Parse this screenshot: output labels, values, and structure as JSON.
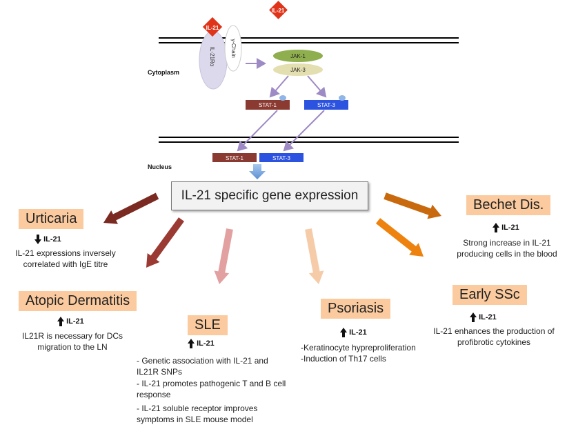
{
  "signaling": {
    "ligand_label": "IL-21",
    "receptor_alpha_label": "IL-21Rα",
    "gamma_chain_label": "γ-Chain",
    "jak1_label": "JAK-1",
    "jak3_label": "JAK-3",
    "stat1_label": "STAT-1",
    "stat3_label": "STAT-3",
    "cytoplasm_label": "Cytoplasm",
    "nucleus_label": "Nucleus"
  },
  "main_box_text": "IL-21 specific gene expression",
  "diseases": {
    "urticaria": {
      "title": "Urticaria",
      "marker": "IL-21",
      "direction": "down",
      "description": "IL-21 expressions inversely correlated with IgE titre"
    },
    "atopic_dermatitis": {
      "title": "Atopic Dermatitis",
      "marker": "IL-21",
      "direction": "up",
      "description": "IL21R is necessary for DCs migration to the LN"
    },
    "sle": {
      "title": "SLE",
      "marker": "IL-21",
      "direction": "up",
      "points": [
        "- Genetic association with IL-21 and IL21R SNPs",
        "- IL-21 promotes pathogenic T and B cell response",
        "- IL-21 soluble receptor improves symptoms in SLE mouse model"
      ]
    },
    "psoriasis": {
      "title": "Psoriasis",
      "marker": "IL-21",
      "direction": "up",
      "points": [
        "-Keratinocyte hypreproliferation",
        "-Induction of Th17 cells"
      ]
    },
    "bechet": {
      "title": "Bechet Dis.",
      "marker": "IL-21",
      "direction": "up",
      "description": "Strong increase in IL-21 producing cells in the blood"
    },
    "early_ssc": {
      "title": "Early SSc",
      "marker": "IL-21",
      "direction": "up",
      "description": "IL-21 enhances the production of profibrotic cytokines"
    }
  },
  "colors": {
    "box_fill": "#fbcb9f",
    "jak_green": "#8fae4e",
    "jak_tan": "#e4dfb0",
    "stat1_red": "#8b3a32",
    "stat3_blue": "#2c52e0",
    "ligand_red": "#e0341a",
    "arrow_urticaria": "#7b2a22",
    "arrow_atopic": "#9a3a32",
    "arrow_sle": "#e2a0a0",
    "arrow_psoriasis": "#f6cba8",
    "arrow_bechet": "#c9690e",
    "arrow_ssc": "#ee820f",
    "pathway_arrow": "#9e8ac4"
  }
}
